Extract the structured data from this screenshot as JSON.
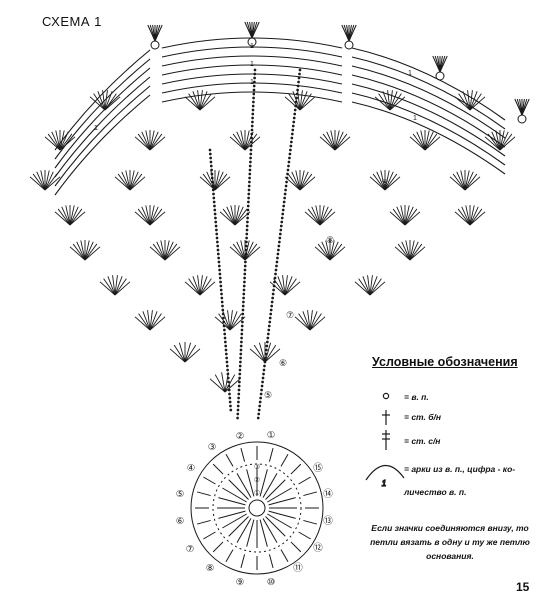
{
  "title": "СХЕМА 1",
  "legend": {
    "heading": "Условные обозначения",
    "items": [
      {
        "symbol": "chain-stitch-icon",
        "label": "= в. п."
      },
      {
        "symbol": "double-crochet-icon",
        "label": "= ст. б/н"
      },
      {
        "symbol": "treble-crochet-icon",
        "label": "= ст. с/н"
      },
      {
        "symbol": "chain-arch-icon",
        "label": "= арки из в. п., цифра - ко-",
        "label2": "личество в. п.",
        "arch_number": "1"
      }
    ]
  },
  "note": [
    "Если значки соединяются внизу, то",
    "петли вязать в одну и ту же петлю",
    "основания."
  ],
  "page_number": "15",
  "round_numbers": [
    "①",
    "②",
    "③",
    "④",
    "⑤",
    "⑥",
    "⑦",
    "⑧",
    "⑨",
    "⑩",
    "⑪",
    "⑫",
    "⑬",
    "⑭",
    "⑮"
  ],
  "fan_markers": [
    "⑤",
    "⑥",
    "⑦",
    "⑧"
  ],
  "arc_number": "1",
  "colors": {
    "ink": "#1a1a1a",
    "paper": "#ffffff"
  }
}
